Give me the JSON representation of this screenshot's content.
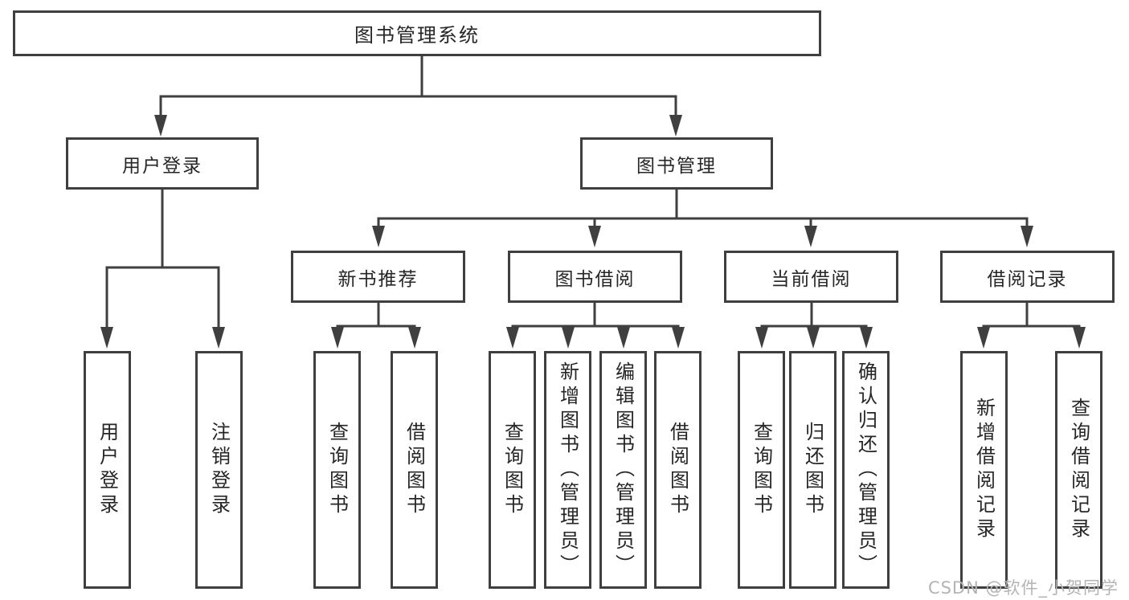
{
  "colors": {
    "line": "#3f3f3f",
    "text": "#262626",
    "watermark": "#b4b4b4",
    "background": "#ffffff"
  },
  "watermark": "CSDN @软件_小贺同学",
  "tree": {
    "root": "图书管理系统",
    "branches": [
      {
        "label": "用户登录",
        "children": [
          {
            "label": "用户登录"
          },
          {
            "label": "注销登录"
          }
        ]
      },
      {
        "label": "图书管理",
        "children": [
          {
            "label": "新书推荐",
            "children": [
              {
                "label": "查询图书"
              },
              {
                "label": "借阅图书"
              }
            ]
          },
          {
            "label": "图书借阅",
            "children": [
              {
                "label": "查询图书"
              },
              {
                "label": "新增图书（管理员）"
              },
              {
                "label": "编辑图书（管理员）"
              },
              {
                "label": "借阅图书"
              }
            ]
          },
          {
            "label": "当前借阅",
            "children": [
              {
                "label": "查询图书"
              },
              {
                "label": "归还图书"
              },
              {
                "label": "确认归还（管理员）"
              }
            ]
          },
          {
            "label": "借阅记录",
            "children": [
              {
                "label": "新增借阅记录"
              },
              {
                "label": "查询借阅记录"
              }
            ]
          }
        ]
      }
    ]
  }
}
